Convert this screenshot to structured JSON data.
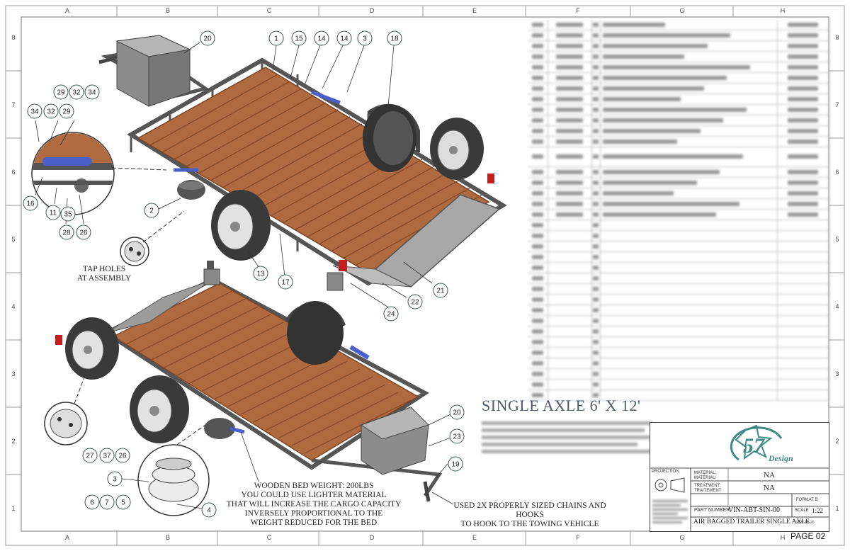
{
  "sheet": {
    "columns": [
      "A",
      "B",
      "C",
      "D",
      "E",
      "F",
      "G",
      "H"
    ],
    "rows": [
      "8",
      "7",
      "6",
      "5",
      "4",
      "3",
      "2",
      "1"
    ],
    "page_label": "PAGE 02"
  },
  "balloons": {
    "b20_top": "20",
    "b1": "1",
    "b15": "15",
    "b14a": "14",
    "b14b": "14",
    "b3_top": "3",
    "b18": "18",
    "b29_a": "29",
    "b32_a": "32",
    "b34_a": "34",
    "b34_b": "34",
    "b32_b": "32",
    "b29_b": "29",
    "b16": "16",
    "b11": "11",
    "b35": "35",
    "b28": "28",
    "b26_top": "26",
    "b2": "2",
    "b13": "13",
    "b17": "17",
    "b24": "24",
    "b22": "22",
    "b21": "21",
    "b27": "27",
    "b37": "37",
    "b26_bot": "26",
    "b3_bot": "3",
    "b6": "6",
    "b7": "7",
    "b5": "5",
    "b4": "4",
    "b20_bot": "20",
    "b23": "23",
    "b19": "19"
  },
  "notes": {
    "tap_holes_1": "TAP HOLES",
    "tap_holes_2": "AT ASSEMBLY",
    "bed_1": "WOODEN BED WEIGHT: 200LBS",
    "bed_2": "YOU COULD USE LIGHTER MATERIAL",
    "bed_3": "THAT WILL INCREASE THE CARGO CAPACITY",
    "bed_4": "INVERSELY PROPORTIONAL TO THE",
    "bed_5": "WEIGHT REDUCED FOR THE BED",
    "chains_1": "USED 2X PROPERLY SIZED CHAINS AND HOOKS",
    "chains_2": "TO HOOK TO THE TOWING VEHICLE"
  },
  "title": "SINGLE AXLE 6' X 12'",
  "title_block": {
    "logo_text": "57",
    "logo_sub": "Design",
    "material_label_1": "MATERIAL:",
    "material_label_2": "MATÉRIAU",
    "material_value": "NA",
    "treatment_label_1": "TREATMENT:",
    "treatment_label_2": "TRAITEMENT",
    "treatment_value": "NA",
    "format_label": "FORMAT B",
    "part_number_label": "PART NUMBER:",
    "part_number_value": "VIN-ABT-SIN-00",
    "scale_label": "SCALE",
    "scale_value": "1:22",
    "description": "AIR BAGGED TRAILER SINGLE AXLE",
    "projection_label": "PROJECTION",
    "date_value": "2021-08-20"
  },
  "colors": {
    "wood": "#b06a3f",
    "wood_dark": "#7d4526",
    "frame": "#555555",
    "tire": "#3a3a3a",
    "airbag": "#4a5fc9",
    "balloon": "#3a5a4a",
    "logo": "#3e8a86"
  }
}
